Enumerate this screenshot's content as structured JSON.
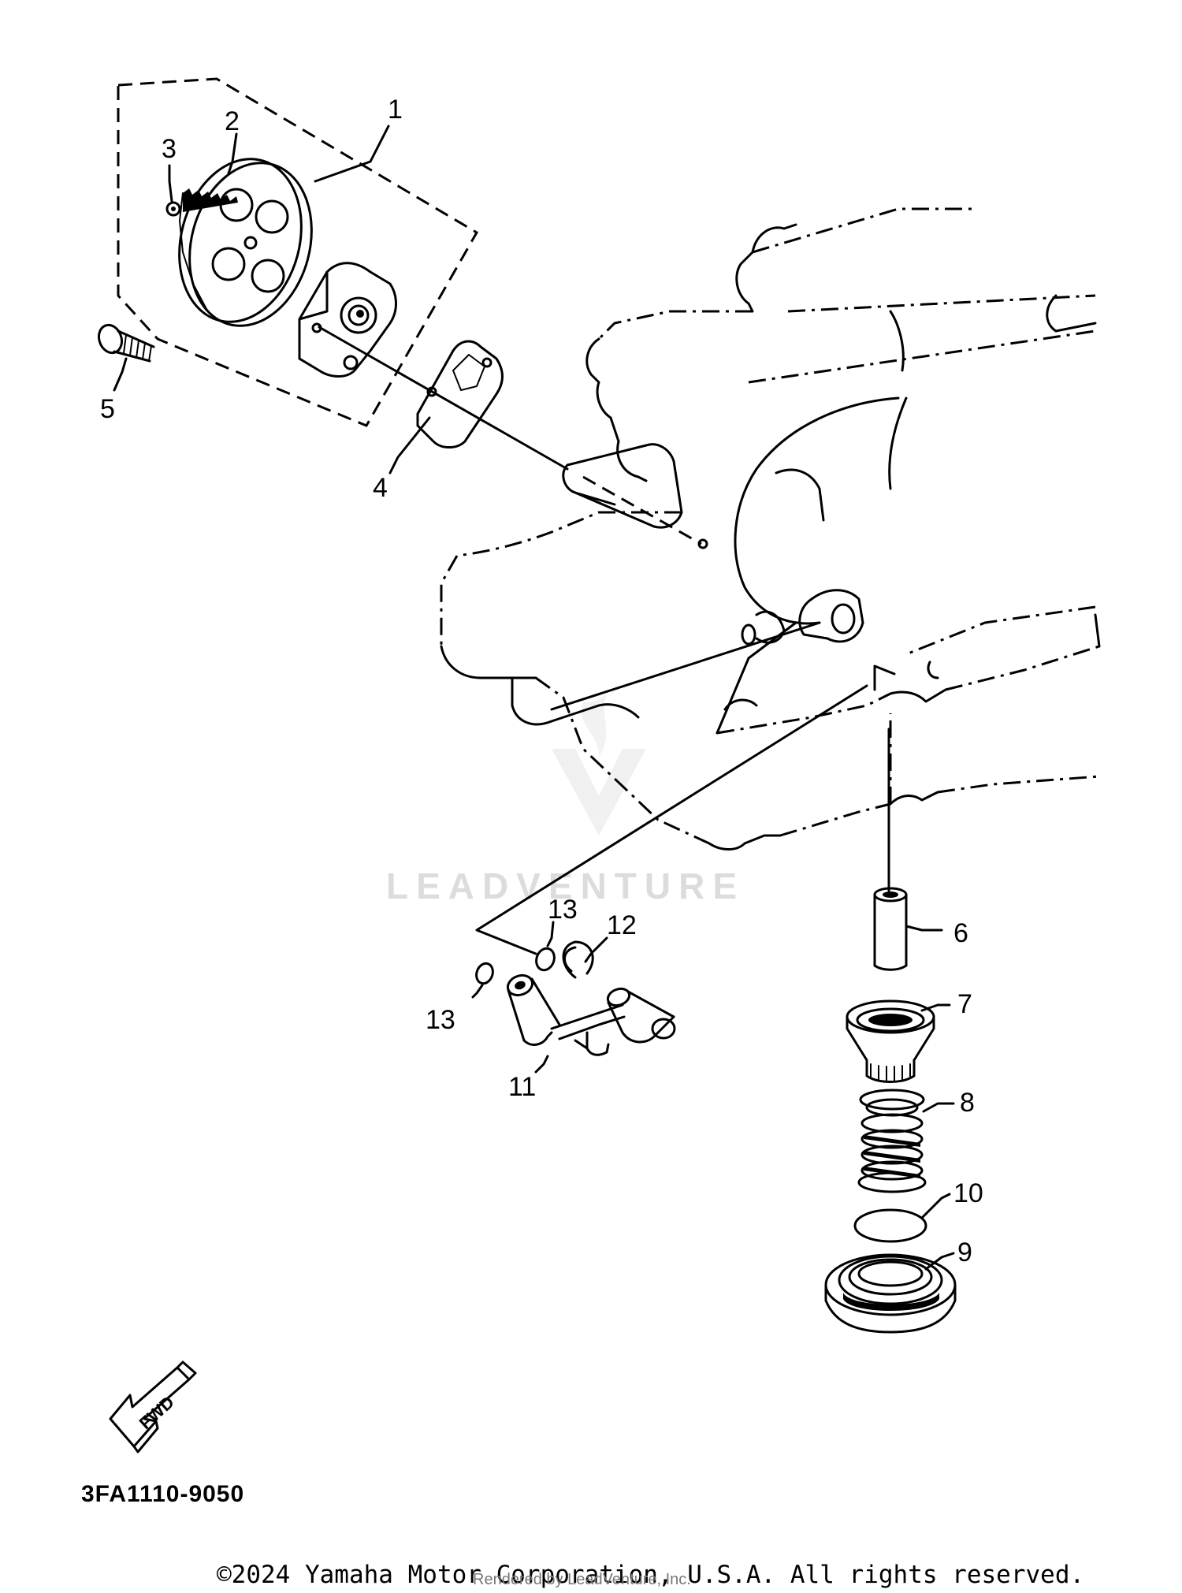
{
  "diagram": {
    "callouts": {
      "c1": "1",
      "c2": "2",
      "c3": "3",
      "c4": "4",
      "c5": "5",
      "c6": "6",
      "c7": "7",
      "c8": "8",
      "c9": "9",
      "c10": "10",
      "c11": "11",
      "c12": "12",
      "c13a": "13",
      "c13b": "13"
    },
    "fwd_label": "FWD",
    "part_code": "3FA1110-9050",
    "watermark": "LEADVENTURE",
    "copyright": "©2024 Yamaha Motor Corporation, U.S.A. All rights reserved.",
    "rendered_by": "Rendered by LeadVenture, Inc."
  }
}
